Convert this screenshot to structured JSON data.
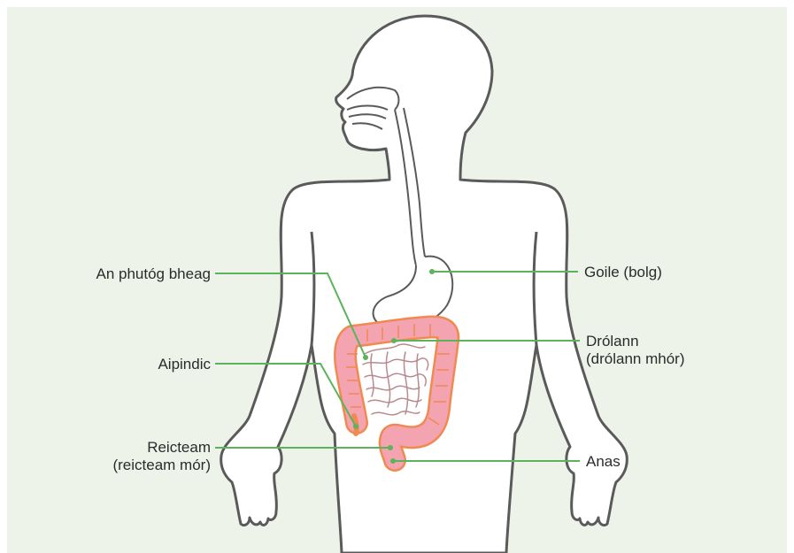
{
  "colors": {
    "background": "#eef3ea",
    "outline": "#5a5a5a",
    "leader_line": "#5bb35b",
    "colon_fill": "#f4a3b1",
    "colon_edge": "#f08a50",
    "small_intestine": "#b98a8e"
  },
  "labels": {
    "small_intestine": {
      "line1": "An phutóg bheag"
    },
    "stomach": {
      "line1": "Goile (bolg)"
    },
    "colon": {
      "line1": "Drólann",
      "line2": "(drólann mhór)"
    },
    "appendix": {
      "line1": "Aipindic"
    },
    "rectum": {
      "line1": "Reicteam",
      "line2": "(reicteam mór)"
    },
    "anus": {
      "line1": "Anas"
    }
  }
}
